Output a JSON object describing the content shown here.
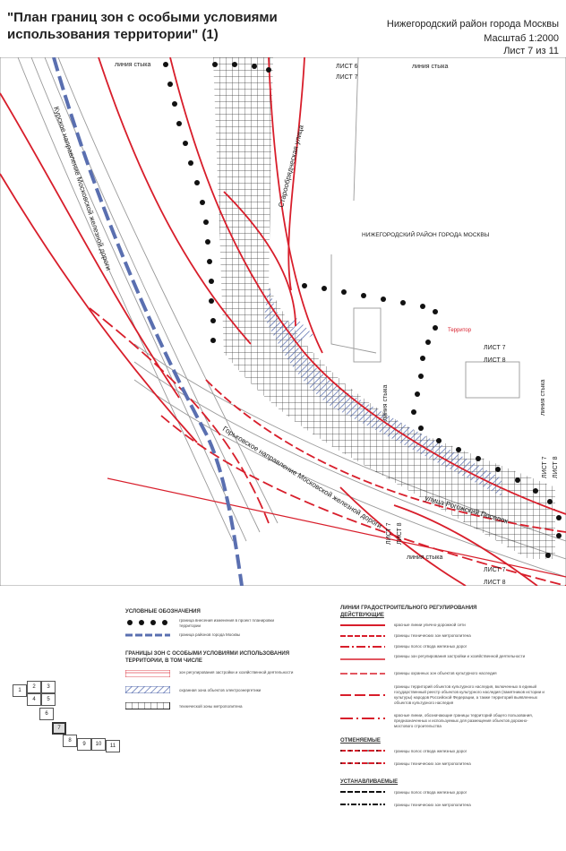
{
  "header": {
    "title": "\"План границ зон с особыми условиями использования территории\" (1)",
    "district": "Нижегородский район города Москвы",
    "scale": "Масштаб 1:2000",
    "sheet": "Лист 7 из 11"
  },
  "map_labels": {
    "junction_line_top": "линия стыка",
    "junction_line_top_right": "линия стыка",
    "sheet6": "ЛИСТ 6",
    "sheet7_top": "ЛИСТ 7",
    "kursk_line": "Курское направление Московской железной дороги",
    "starobryadcheskaya": "Старообрядческая улица",
    "district_label": "НИЖЕГОРОДСКИЙ РАЙОН ГОРОДА МОСКВЫ",
    "territory": "Территор",
    "sheet7_right": "ЛИСТ 7",
    "sheet8_right": "ЛИСТ 8",
    "junction_line_mid": "линия стыка",
    "junction_line_right": "линия стыка",
    "gorky_line": "Горьковское направление Московской железной дороги",
    "sheet7_vert_right": "ЛИСТ 7",
    "sheet8_vert_right": "ЛИСТ 8",
    "rogozhsky": "улица Рогожский Поселок",
    "sheet7_vert_bottom": "ЛИСТ 7",
    "sheet8_vert_bottom": "ЛИСТ 8",
    "junction_line_bottom": "линия стыка",
    "sheet7_bottom": "ЛИСТ 7",
    "sheet8_bottom": "ЛИСТ 8"
  },
  "legend": {
    "left_title": "УСЛОВНЫЕ ОБОЗНАЧЕНИЯ",
    "item_dots": "граница внесения изменения в проект планировки территории",
    "item_district": "граница районов города Москвы",
    "zones_title": "ГРАНИЦЫ ЗОН С ОСОБЫМИ УСЛОВИЯМИ ИСПОЛЬЗОВАНИЯ ТЕРРИТОРИИ, В ТОМ ЧИСЛЕ",
    "zone_regulation": "зон регулирования застройки и хозяйственной деятельности",
    "zone_power": "охранная зона объектов электроэнергетики",
    "zone_metro": "технической зоны метрополитена",
    "right_title": "ЛИНИИ ГРАДОСТРОИТЕЛЬНОГО РЕГУЛИРОВАНИЯ",
    "existing": "ДЕЙСТВУЮЩИЕ",
    "r_red_lines": "красные линии улично-дорожной сети",
    "r_metro_tech": "границы технических зон метрополитена",
    "r_rail_strip": "границы полос отвода железных дорог",
    "r_zone_regulation": "границы зон регулирования застройки и хозяйственной деятельности",
    "r_protect_heritage": "границы охранных зон объектов культурного наследия",
    "r_heritage_territory": "границы территорий объектов культурного наследия, включенных в единый государственный реестр объектов культурного наследия (памятников истории и культуры) народов Российской Федерации, а также территорий выявленных объектов культурного наследия",
    "r_red_boundary": "красные линии, обозначающие границы территорий общего пользования, предназначенных и используемых для размещения объектов дорожно-мостового строительства",
    "cancelled": "ОТМЕНЯЕМЫЕ",
    "c_rail_strip": "границы полос отвода железных дорог",
    "c_metro_tech": "границы технических зон метрополитена",
    "established": "УСТАНАВЛИВАЕМЫЕ",
    "e_rail_strip": "границы полос отвода железных дорог",
    "e_metro_tech": "границы технических зон метрополитена"
  },
  "keymap": [
    "1",
    "2",
    "3",
    "4",
    "5",
    "6",
    "7",
    "8",
    "9",
    "10",
    "11"
  ],
  "colors": {
    "red": "#d81e2b",
    "blue": "#5a6fb0",
    "grey": "#9a9a9a",
    "black": "#111111"
  }
}
